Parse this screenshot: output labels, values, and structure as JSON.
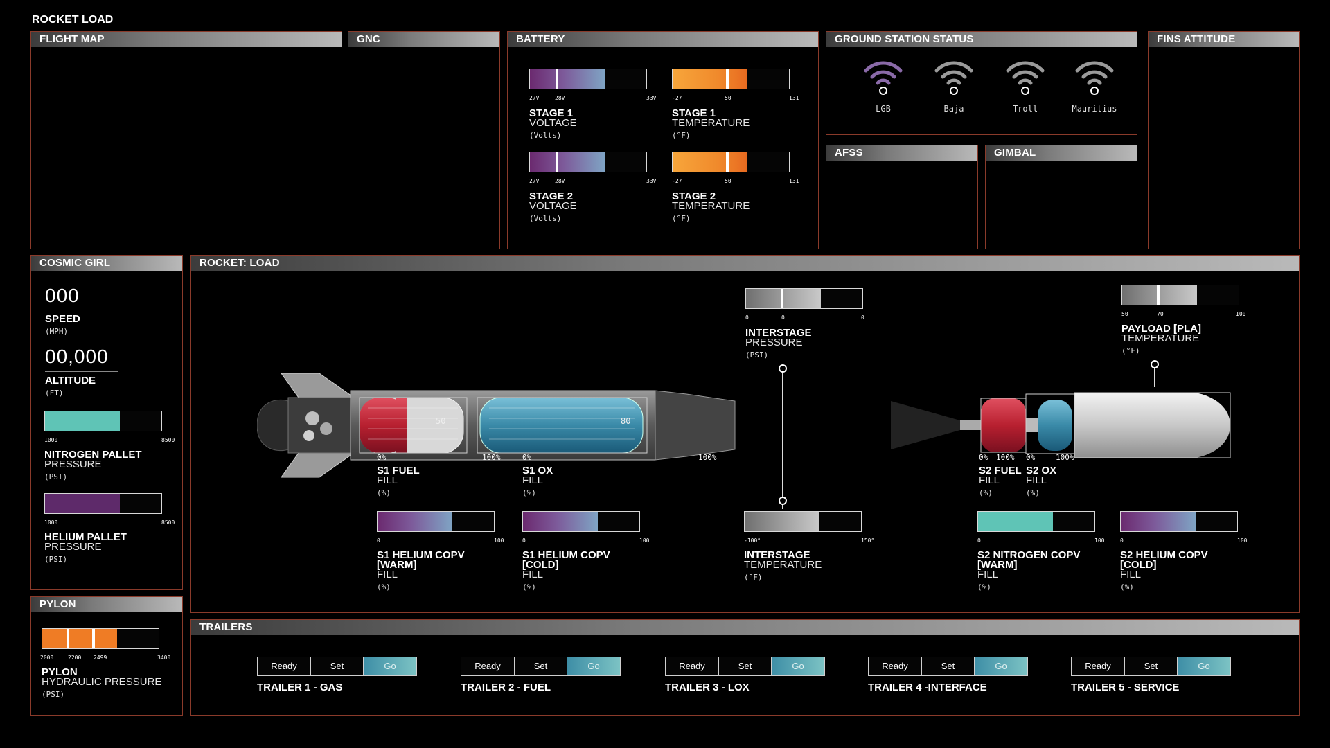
{
  "app_title": "ROCKET LOAD",
  "panels": {
    "flight_map": "FLIGHT MAP",
    "gnc": "GNC",
    "battery": "BATTERY",
    "ground_station": "GROUND STATION STATUS",
    "fins": "FINS ATTITUDE",
    "afss": "AFSS",
    "gimbal": "GIMBAL",
    "cosmic_girl": "COSMIC GIRL",
    "rocket_load": "ROCKET: LOAD",
    "pylon": "PYLON",
    "trailers": "TRAILERS"
  },
  "battery": {
    "s1_voltage": {
      "title": "STAGE 1",
      "sub": "VOLTAGE",
      "unit": "(Volts)",
      "ticks": [
        "27V",
        "28V",
        "33V"
      ],
      "fill": 0.64,
      "marker": 0.22
    },
    "s1_temp": {
      "title": "STAGE 1",
      "sub": "TEMPERATURE",
      "unit": "(°F)",
      "ticks": [
        "-27",
        "50",
        "131"
      ],
      "fill": 0.64,
      "marker": 0.46
    },
    "s2_voltage": {
      "title": "STAGE 2",
      "sub": "VOLTAGE",
      "unit": "(Volts)",
      "ticks": [
        "27V",
        "28V",
        "33V"
      ],
      "fill": 0.64,
      "marker": 0.22
    },
    "s2_temp": {
      "title": "STAGE 2",
      "sub": "TEMPERATURE",
      "unit": "(°F)",
      "ticks": [
        "-27",
        "50",
        "131"
      ],
      "fill": 0.64,
      "marker": 0.46
    }
  },
  "ground_stations": [
    {
      "name": "LGB",
      "color": "#8a6aa8"
    },
    {
      "name": "Baja",
      "color": "#9a9a9a"
    },
    {
      "name": "Troll",
      "color": "#9a9a9a"
    },
    {
      "name": "Mauritius",
      "color": "#9a9a9a"
    }
  ],
  "cosmic_girl": {
    "speed_value": "000",
    "speed_label": "SPEED",
    "speed_unit": "(MPH)",
    "altitude_value": "00,000",
    "altitude_label": "ALTITUDE",
    "altitude_unit": "(FT)",
    "nitrogen": {
      "title": "NITROGEN PALLET",
      "sub": "PRESSURE",
      "unit": "(PSI)",
      "ticks": [
        "1000",
        "8500"
      ],
      "fill": 0.64
    },
    "helium": {
      "title": "HELIUM PALLET",
      "sub": "PRESSURE",
      "unit": "(PSI)",
      "ticks": [
        "1000",
        "8500"
      ],
      "fill": 0.64
    }
  },
  "pylon": {
    "title": "PYLON",
    "sub": "HYDRAULIC PRESSURE",
    "unit": "(PSI)",
    "ticks": [
      "2000",
      "2200",
      "2499",
      "3400"
    ],
    "fill": 0.64
  },
  "rocket": {
    "interstage_pressure": {
      "title": "INTERSTAGE",
      "sub": "PRESSURE",
      "unit": "(PSI)",
      "ticks": [
        "0",
        "0",
        "0"
      ],
      "fill": 0.64,
      "marker": 0.3
    },
    "payload_temp": {
      "title": "PAYLOAD [PLA]",
      "sub": "TEMPERATURE",
      "unit": "(°F)",
      "ticks": [
        "50",
        "70",
        "100"
      ],
      "fill": 0.64,
      "marker": 0.3
    },
    "interstage_temp": {
      "title": "INTERSTAGE",
      "sub": "TEMPERATURE",
      "unit": "(°F)",
      "ticks": [
        "-100°",
        "150°"
      ],
      "fill": 0.64
    },
    "s1_fuel": {
      "title": "S1 FUEL",
      "sub": "FILL",
      "unit": "(%)",
      "value": "50",
      "min": "0%",
      "max": "100%"
    },
    "s1_ox": {
      "title": "S1 OX",
      "sub": "FILL",
      "unit": "(%)",
      "value": "80",
      "min": "0%",
      "max": "100%"
    },
    "s2_fuel": {
      "title": "S2 FUEL",
      "sub": "FILL",
      "unit": "(%)",
      "min": "0%",
      "max": "100%"
    },
    "s2_ox": {
      "title": "S2 OX",
      "sub": "FILL",
      "unit": "(%)",
      "min": "0%",
      "max": "100%"
    },
    "s1_he_warm": {
      "title": "S1 HELIUM COPV",
      "title2": "[WARM]",
      "sub": "FILL",
      "unit": "(%)",
      "ticks": [
        "0",
        "100"
      ],
      "fill": 0.64
    },
    "s1_he_cold": {
      "title": "S1 HELIUM COPV",
      "title2": "[COLD]",
      "sub": "FILL",
      "unit": "(%)",
      "ticks": [
        "0",
        "100"
      ],
      "fill": 0.64
    },
    "s2_n_warm": {
      "title": "S2 NITROGEN COPV",
      "title2": "[WARM]",
      "sub": "FILL",
      "unit": "(%)",
      "ticks": [
        "0",
        "100"
      ],
      "fill": 0.64
    },
    "s2_he_cold": {
      "title": "S2 HELIUM COPV",
      "title2": "[COLD]",
      "sub": "FILL",
      "unit": "(%)",
      "ticks": [
        "0",
        "100"
      ],
      "fill": 0.64
    }
  },
  "trailer_buttons": {
    "ready": "Ready",
    "set": "Set",
    "go": "Go"
  },
  "trailers": [
    "TRAILER 1 - GAS",
    "TRAILER 2 - FUEL",
    "TRAILER 3 - LOX",
    "TRAILER 4 -INTERFACE",
    "TRAILER 5 - SERVICE"
  ]
}
